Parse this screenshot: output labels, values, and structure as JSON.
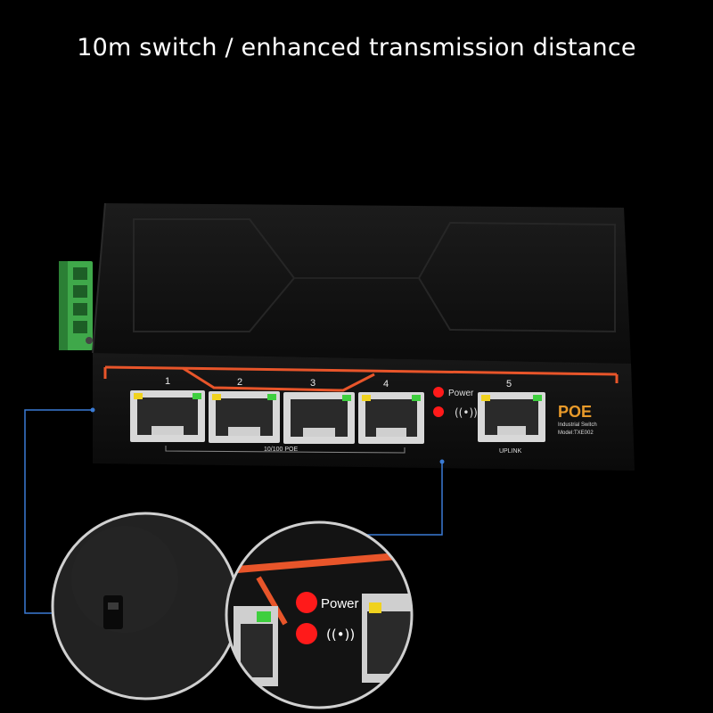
{
  "headline": "10m switch / enhanced transmission distance",
  "device": {
    "ports": [
      "1",
      "2",
      "3",
      "4"
    ],
    "uplink_port": "5",
    "port_group_label": "10/100 POE",
    "uplink_label": "UPLINK",
    "power_label": "Power",
    "brand": "POE",
    "subtitle": "Industrial Switch",
    "model": "Model:TXE002"
  },
  "zoom": {
    "power_label": "Power"
  },
  "colors": {
    "accent_orange": "#e8552a",
    "led_red": "#ff1a1a",
    "led_green": "#3ecf3e",
    "led_yellow": "#f0d21e",
    "callout_blue": "#3a7bd5",
    "terminal_green": "#3fa84a"
  }
}
